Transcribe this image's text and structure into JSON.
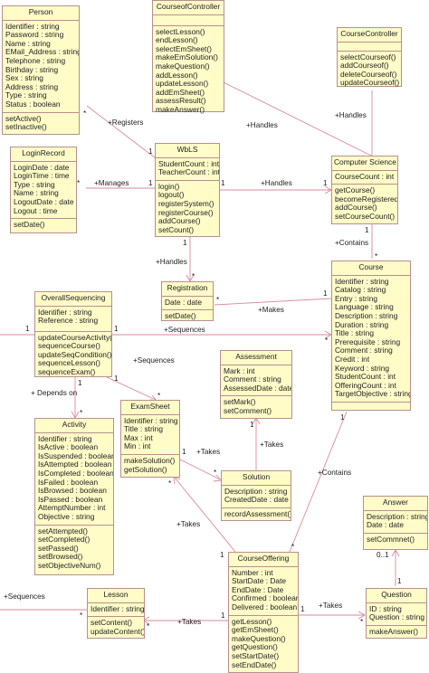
{
  "classes": {
    "person": {
      "name": "Person",
      "attrs": [
        "Identifier : string",
        "Password : string",
        "Name : string",
        "EMail_Address : string",
        "Telephone : string",
        "Birthday : string",
        "Sex : string",
        "Address : string",
        "Type : string",
        "Status : boolean"
      ],
      "ops": [
        "setActive()",
        "setInactive()"
      ]
    },
    "courseofcontroller": {
      "name": "CourseofController",
      "attrs": [],
      "ops": [
        "selectLesson()",
        "endLesson()",
        "selectEmSheet()",
        "makeEmSolution()",
        "makeQuestion()",
        "addLesson()",
        "updateLesson()",
        "addEmSheet()",
        "assessResult()",
        "makeAnswer()"
      ]
    },
    "coursecontroller": {
      "name": "CourseController",
      "attrs": [],
      "ops": [
        "selectCourseof()",
        "addCourseof()",
        "deleteCourseof()",
        "updateCourseof()"
      ]
    },
    "loginrecord": {
      "name": "LoginRecord",
      "attrs": [
        "LoginDate : date",
        "LoginTime : time",
        "Type : string",
        "Name : string",
        "LogoutDate : date",
        "Logout : time"
      ],
      "ops": [
        "setDate()"
      ]
    },
    "wbls": {
      "name": "WbLS",
      "attrs": [
        "StudentCount : int",
        "TeacherCount : int"
      ],
      "ops": [
        "login()",
        "logout()",
        "registerSystem()",
        "registerCourse()",
        "addCourse()",
        "setCount()"
      ]
    },
    "computerscience": {
      "name": "Computer Science",
      "attrs": [
        "CourseCount : int"
      ],
      "ops": [
        "getCourse()",
        "becomeRegistered()",
        "addCourse()",
        "setCourseCount()"
      ]
    },
    "registration": {
      "name": "Registration",
      "attrs": [
        "Date : date"
      ],
      "ops": [
        "setDate()"
      ]
    },
    "course": {
      "name": "Course",
      "attrs": [
        "Identifier : string",
        "Catalog : string",
        "Entry : string",
        "Language : string",
        "Description : string",
        "Duration : string",
        "Title : string",
        "Prerequisite : string",
        "Comment : string",
        "Credit : int",
        "Keyword : string",
        "StudentCount : int",
        "OfferingCount : int",
        "TargetObjective : string"
      ],
      "ops": []
    },
    "overallsequencing": {
      "name": "OverallSequencing",
      "attrs": [
        "Identifier : string",
        "Reference : string"
      ],
      "ops": [
        "updateCourseActivity()",
        "sequenceCourse()",
        "updateSeqCondition()",
        "sequenceLesson()",
        "sequenceExam()"
      ]
    },
    "assessment": {
      "name": "Assessment",
      "attrs": [
        "Mark : int",
        "Comment : string",
        "AssessedDate : date"
      ],
      "ops": [
        "setMark()",
        "setComment()"
      ]
    },
    "activity": {
      "name": "Activity",
      "attrs": [
        "Identifier : string",
        "IsActive : boolean",
        "IsSuspended : boolean",
        "IsAttempted : boolean",
        "IsCompleted : boolean",
        "IsFailed : boolean",
        "IsBrowsed : boolean",
        "IsPassed : boolean",
        "AttemptNumber : int",
        "Objective : string"
      ],
      "ops": [
        "setAttempted()",
        "setCompleted()",
        "setPassed()",
        "setBrowsed()",
        "setObjectiveNum()"
      ]
    },
    "examsheet": {
      "name": "ExamSheet",
      "attrs": [
        "Identifier : string",
        "Title : string",
        "Max : int",
        "Min : int"
      ],
      "ops": [
        "makeSolution()",
        "getSolution()"
      ]
    },
    "solution": {
      "name": "Solution",
      "attrs": [
        "Description : string",
        "CreatedDate : date"
      ],
      "ops": [
        "recordAssessment()"
      ]
    },
    "answer": {
      "name": "Answer",
      "attrs": [
        "Description : string",
        "Date : date"
      ],
      "ops": [
        "setCommnet()"
      ]
    },
    "courseoffering": {
      "name": "CourseOffering",
      "attrs": [
        "Number : int",
        "StartDate : Date",
        "EndDate : Date",
        "Confirmed : boolean",
        "Delivered : boolean"
      ],
      "ops": [
        "getLesson()",
        "getEmSheet()",
        "makeQuestion()",
        "getQuestion()",
        "setStartDate()",
        "setEndDate()"
      ]
    },
    "lesson": {
      "name": "Lesson",
      "attrs": [
        "Identifier : string"
      ],
      "ops": [
        "setContent()",
        "updateContent()"
      ]
    },
    "question": {
      "name": "Question",
      "attrs": [
        "ID : string",
        "Question : string"
      ],
      "ops": [
        "makeAnswer()"
      ]
    }
  },
  "labels": {
    "registers": "+Registers",
    "handles_cs": "+Handles",
    "handles_cc": "+Handles",
    "manages": "+Manages",
    "handles_wbls_cs": "+Handles",
    "handles_reg": "+Handles",
    "contains_cs": "+Contains",
    "makes": "+Makes",
    "sequences_main": "+Sequences",
    "sequences_exam": "+Sequences",
    "depends_on": "+ Depends on",
    "takes_exam_sol": "+Takes",
    "takes_sol_assess": "+Takes",
    "contains_course": "+Contains",
    "takes_offering_exam": "+Takes",
    "sequences_lesson": "+Sequences",
    "takes_offering_lesson": "+Takes",
    "takes_offering_question": "+Takes",
    "m_1": "1",
    "m_star": "*",
    "m_0_1": "0..1"
  }
}
